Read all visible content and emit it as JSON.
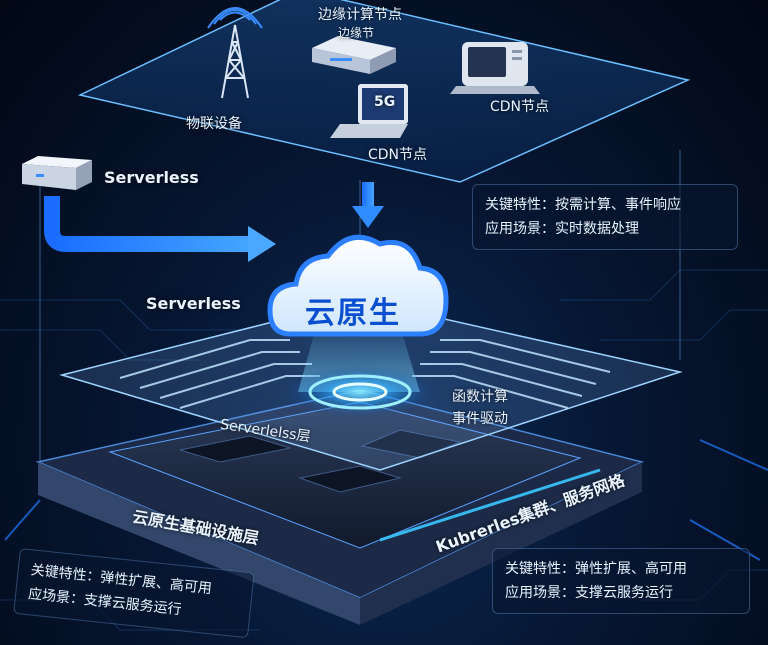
{
  "top_panel": {
    "edge_node": "边缘计算节点",
    "edge_node_sub": "边缘节",
    "iot": "物联设备",
    "cdn_right": "CDN节点",
    "cdn_laptop": "CDN节点",
    "laptop_screen": "5G"
  },
  "left": {
    "serverless_device": "Serverless",
    "serverless_mid": "Serverless"
  },
  "cloud": {
    "label": "云原生"
  },
  "info_top": {
    "line1": "关键特性：按需计算、事件响应",
    "line2": "应用场景：实时数据处理"
  },
  "serverless_layer": {
    "func1": "函数计算",
    "func2": "事件驱动",
    "name": "Serverlelss层"
  },
  "infra_layer": {
    "name": "云原生基础设施层",
    "k8s": "Kubrerles集群、服务网格"
  },
  "info_left": {
    "line1": "关键特性：弹性扩展、高可用",
    "line2": "应场景：支撑云服务运行"
  },
  "info_right": {
    "line1": "关键特性：弹性扩展、高可用",
    "line2": "应用场景：支撑云服务运行"
  },
  "colors": {
    "accent": "#1e7bff",
    "glow": "#39c8ff",
    "background": "#030a18"
  }
}
